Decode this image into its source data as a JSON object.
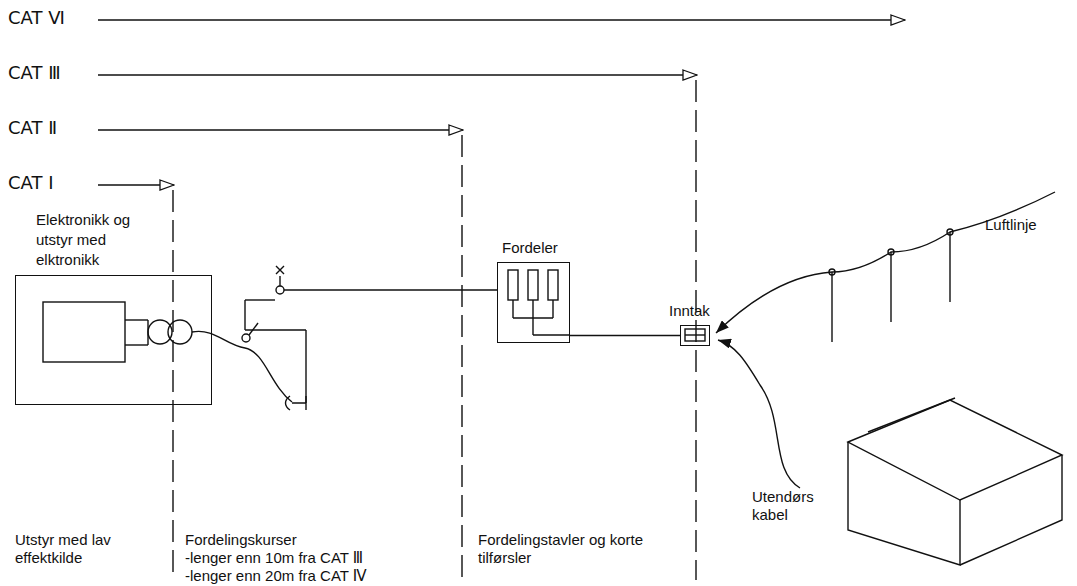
{
  "diagram": {
    "nodes": [
      {
        "text": [
          "Elektronikk og utstyr med elktronikk"
        ]
      },
      {
        "text": [
          "Fordeler"
        ]
      },
      {
        "text": [
          "Inntak"
        ]
      }
    ],
    "edges": [
      {
        "from": 1,
        "to": 2,
        "arrow": "none"
      }
    ],
    "labels": [
      "CAT Ⅵ",
      "CAT Ⅲ",
      "CAT Ⅱ",
      "CAT Ⅰ",
      "Luftlinje",
      "Utendørs kabel",
      "Utstyr med lav effektkilde",
      "Fordelingskurser",
      "-lenger enn 10m fra CAT Ⅲ",
      "-lenger enn 20m fra CAT Ⅳ",
      "Fordelingstavler og korte tilførsler"
    ]
  }
}
